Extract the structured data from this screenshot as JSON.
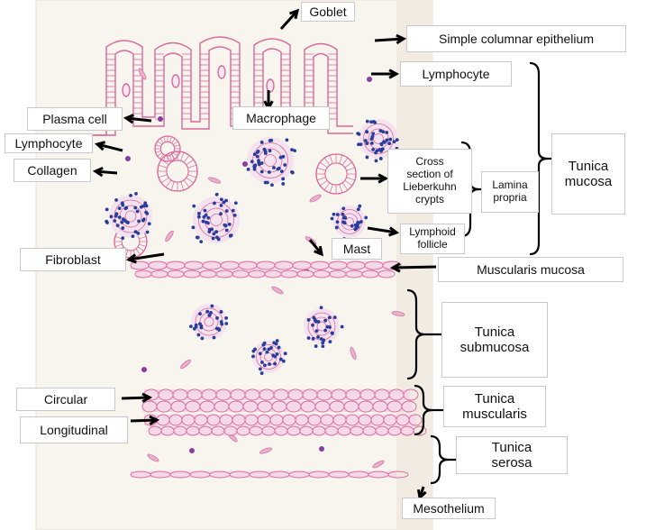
{
  "labels": {
    "goblet": "Goblet",
    "simple_columnar_epithelium": "Simple columnar epithelium",
    "lymphocyte_top": "Lymphocyte",
    "plasma_cell": "Plasma  cell",
    "macrophage": "Macrophage",
    "lymphocyte_left": "Lymphocyte",
    "collagen": "Collagen",
    "cross_section": [
      "Cross",
      "section of",
      "Lieberkuhn",
      "crypts"
    ],
    "lamina_propria": [
      "Lamina",
      "propria"
    ],
    "tunica_mucosa": [
      "Tunica",
      "mucosa"
    ],
    "lymphoid_follicle": [
      "Lymphoid",
      "follicle"
    ],
    "mast": "Mast",
    "fibroblast": "Fibroblast",
    "muscularis_mucosa": "Muscularis mucosa",
    "tunica_submucosa": [
      "Tunica",
      "submucosa"
    ],
    "circular": "Circular",
    "tunica_muscularis": [
      "Tunica",
      "muscularis"
    ],
    "longitudinal": "Longitudinal",
    "tunica_serosa": [
      "Tunica",
      "serosa"
    ],
    "mesothelium": "Mesothelium"
  },
  "colors": {
    "tissue_pink": "#d9689c",
    "nucleus_blue": "#283c9c",
    "nucleus_purple": "#8a3fa0",
    "paper": "#f8f4ee",
    "arrow": "#000000"
  }
}
